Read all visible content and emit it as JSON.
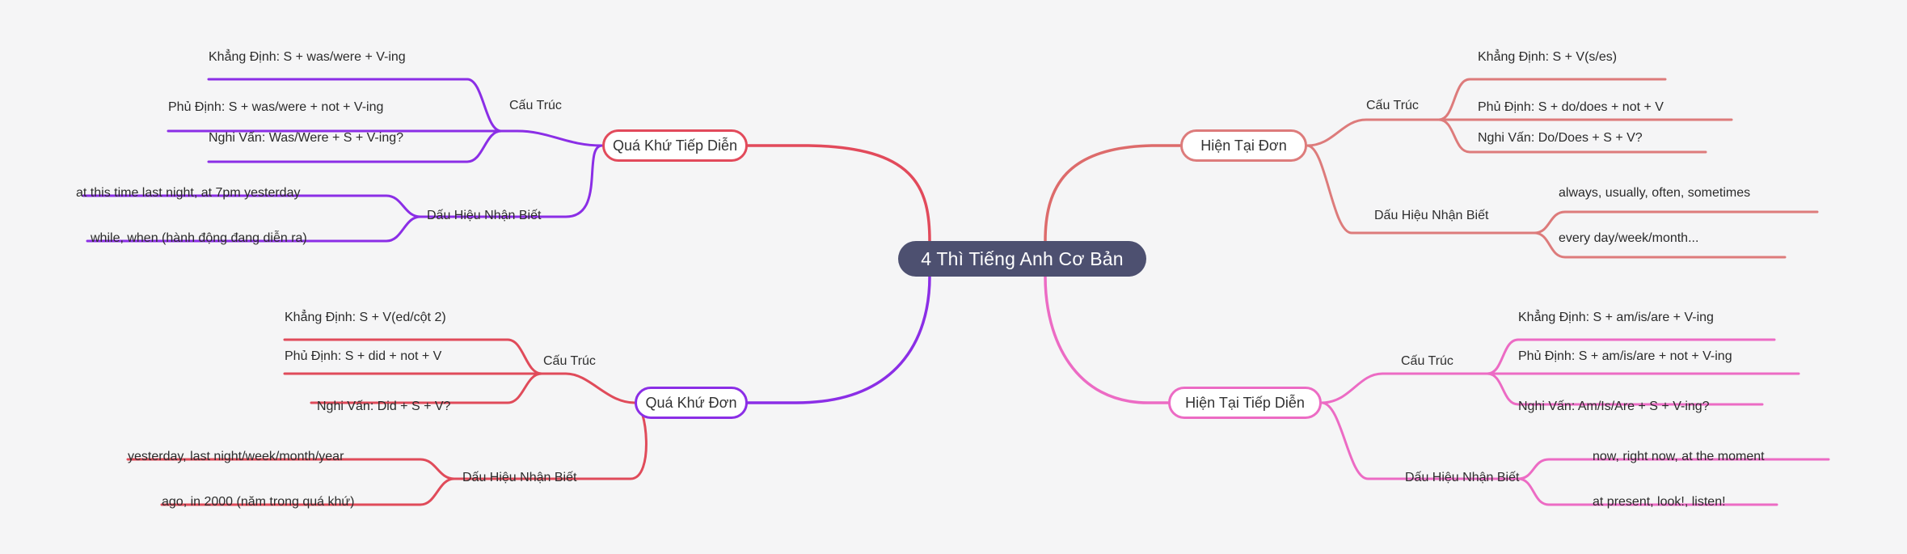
{
  "root": {
    "label": "4 Thì Tiếng Anh Cơ Bản",
    "bg_color": "#4d5070",
    "text_color": "#ffffff"
  },
  "colors": {
    "past_continuous": "#8b2ee6",
    "past_continuous_node": "#e24a5b",
    "past_simple": "#e04b5a",
    "past_simple_node": "#8b2ee6",
    "present_simple": "#dd7b7b",
    "present_continuous": "#ec6bc4",
    "background": "#f5f5f6"
  },
  "branches": [
    {
      "id": "past_continuous",
      "tense_label": "Quá Khứ Tiếp Diễn",
      "line_color": "#8b2ee6",
      "trunk_color": "#e24a5b",
      "categories": [
        {
          "label": "Cấu Trúc",
          "items": [
            "Khẳng Định: S + was/were + V-ing",
            "Phủ Định: S + was/were + not + V-ing",
            "Nghi Vấn: Was/Were + S + V-ing?"
          ]
        },
        {
          "label": "Dấu Hiệu Nhận Biết",
          "items": [
            "at this time last night, at 7pm yesterday",
            "while, when (hành động đang diễn ra)"
          ]
        }
      ]
    },
    {
      "id": "past_simple",
      "tense_label": "Quá Khứ Đơn",
      "line_color": "#e04b5a",
      "trunk_color": "#8b2ee6",
      "categories": [
        {
          "label": "Cấu Trúc",
          "items": [
            "Khẳng Định: S + V(ed/cột 2)",
            "Phủ Định: S + did + not + V",
            "Nghi Vấn: Did + S + V?"
          ]
        },
        {
          "label": "Dấu Hiệu Nhận Biết",
          "items": [
            "yesterday, last night/week/month/year",
            "ago, in 2000 (năm trong quá khứ)"
          ]
        }
      ]
    },
    {
      "id": "present_simple",
      "tense_label": "Hiện Tại Đơn",
      "line_color": "#dd7b7b",
      "trunk_color": "#dd6b6b",
      "categories": [
        {
          "label": "Cấu Trúc",
          "items": [
            "Khẳng Định: S + V(s/es)",
            "Phủ Định: S + do/does + not + V",
            "Nghi Vấn: Do/Does + S + V?"
          ]
        },
        {
          "label": "Dấu Hiệu Nhận Biết",
          "items": [
            "always, usually, often, sometimes",
            "every day/week/month..."
          ]
        }
      ]
    },
    {
      "id": "present_continuous",
      "tense_label": "Hiện Tại Tiếp Diễn",
      "line_color": "#ec6bc4",
      "trunk_color": "#ec6bc4",
      "categories": [
        {
          "label": "Cấu Trúc",
          "items": [
            "Khẳng Định: S + am/is/are + V-ing",
            "Phủ Định: S + am/is/are + not + V-ing",
            "Nghi Vấn: Am/Is/Are + S + V-ing?"
          ]
        },
        {
          "label": "Dấu Hiệu Nhận Biết",
          "items": [
            "now, right now, at the moment",
            "at present, look!, listen!"
          ]
        }
      ]
    }
  ]
}
